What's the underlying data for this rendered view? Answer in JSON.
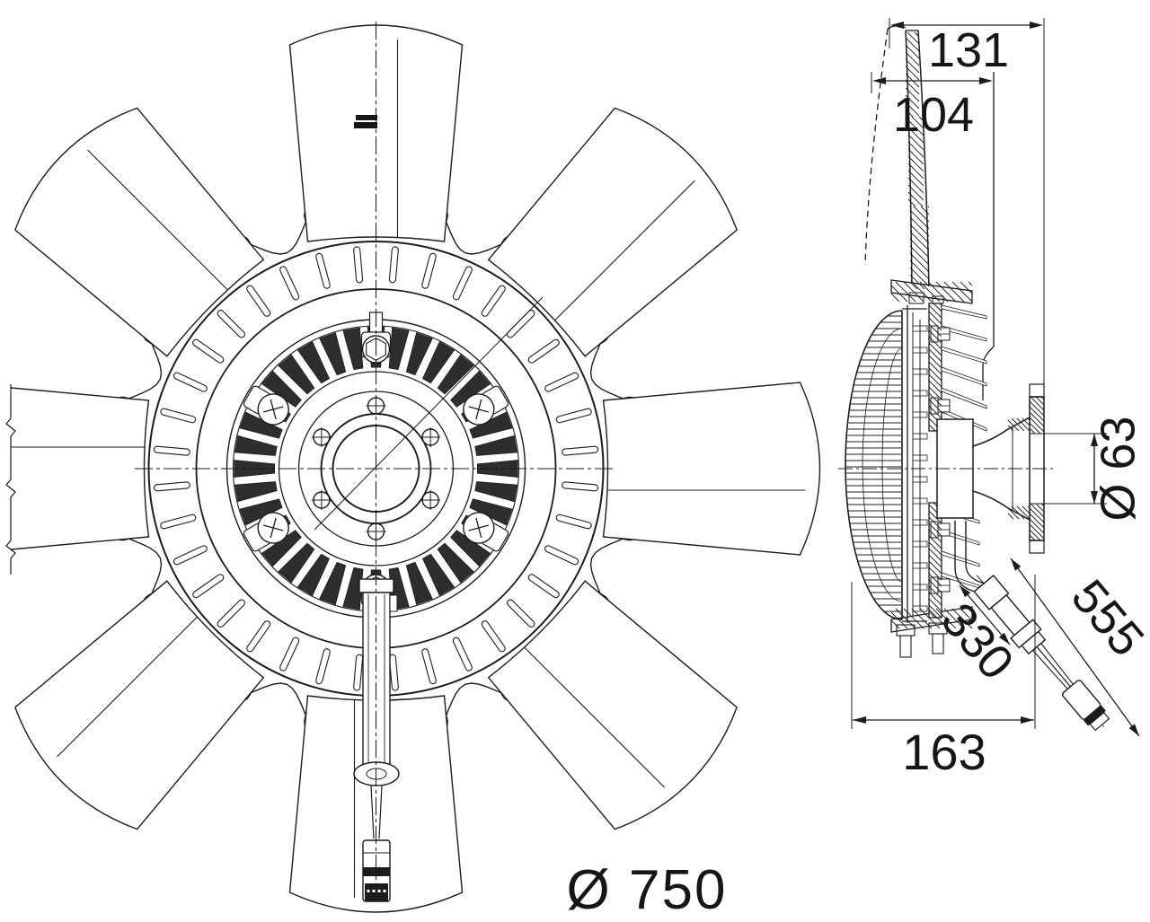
{
  "title": "Fan clutch technical drawing",
  "views": {
    "front": {
      "name": "fan-front-view"
    },
    "side": {
      "name": "clutch-side-view"
    }
  },
  "dimensions": {
    "overall_width": "131",
    "hub_width": "104",
    "pilot_diameter": "Ø 63",
    "sensor_length": "330",
    "cable_length": "555",
    "mount_depth": "163",
    "fan_diameter": "Ø 750"
  },
  "geometry": {
    "blade_count": 8,
    "fin_count": 36,
    "slot_count": 36,
    "bolt_circle_holes": 6,
    "hub_screw_count": 4,
    "hub_bolt_count": 2,
    "cutout_pairs_per_blade": 2
  },
  "colors": {
    "line": "#1c1c1c",
    "fin_fill": "#2e2e2e",
    "background": "#ffffff"
  }
}
